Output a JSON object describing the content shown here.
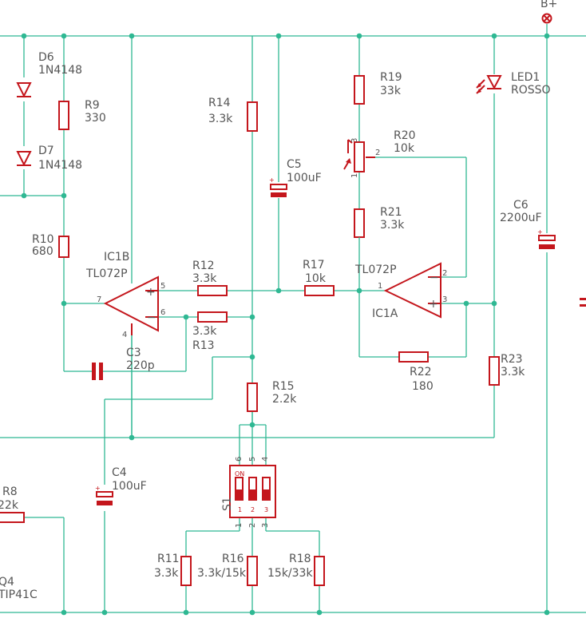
{
  "labels": {
    "supply": "B+",
    "d6": "D6",
    "d6v": "1N4148",
    "d7": "D7",
    "d7v": "1N4148",
    "r9": "R9",
    "r9v": "330",
    "r10": "R10",
    "r10v": "680",
    "r14": "R14",
    "r14v": "3.3k",
    "c5": "C5",
    "c5v": "100uF",
    "r19": "R19",
    "r19v": "33k",
    "r20": "R20",
    "r20v": "10k",
    "r21": "R21",
    "r21v": "3.3k",
    "led1": "LED1",
    "led1v": "ROSSO",
    "c6": "C6",
    "c6v": "2200uF",
    "ic1b": "IC1B",
    "ic1bv": "TL072P",
    "r12": "R12",
    "r12v": "3.3k",
    "r13v": "3.3k",
    "r13": "R13",
    "r17": "R17",
    "r17v": "10k",
    "ic1av": "TL072P",
    "ic1a": "IC1A",
    "c3": "C3",
    "c3v": "220p",
    "r22": "R22",
    "r22v": "180",
    "r23": "R23",
    "r23v": "3.3k",
    "r15": "R15",
    "r15v": "2.2k",
    "c4": "C4",
    "c4v": "100uF",
    "r8": "R8",
    "r8v": "22k",
    "q4": "Q4",
    "q4v": "TIP41C",
    "s1": "S1",
    "r11": "R11",
    "r11v": "3.3k",
    "r16": "R16",
    "r16v": "3.3k/15k",
    "r18": "R18",
    "r18v": "15k/33k"
  },
  "pins": {
    "u7": "7",
    "u5": "5",
    "u6": "6",
    "u4": "4",
    "a1": "1",
    "a2": "2",
    "a3": "3",
    "plus": "+",
    "minus": "−",
    "p3": "3",
    "p2": "2",
    "p1": "1",
    "sw6": "6",
    "sw5": "5",
    "sw4": "4",
    "sw1": "1",
    "sw2": "2",
    "sw3": "3",
    "on": "ON",
    "k1": "1",
    "k2": "2",
    "k3": "3"
  },
  "colors": {
    "wire": "#2fb893",
    "component": "#c4161c",
    "text": "#555555"
  }
}
